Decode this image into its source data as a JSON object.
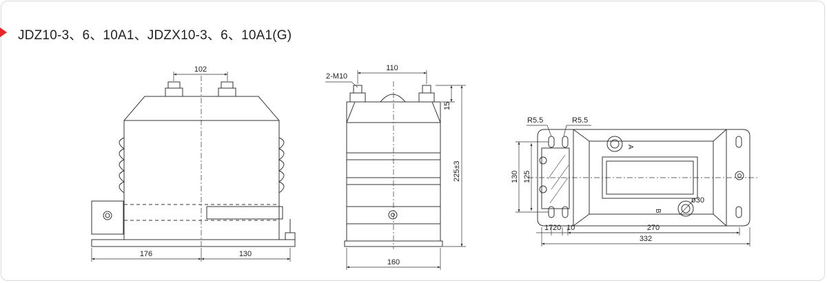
{
  "header": {
    "title": "JDZ10-3、6、10A1、JDZX10-3、6、10A1(G)",
    "accent_color": "#e3262a"
  },
  "front_view": {
    "dim_top": "102",
    "dim_bottom_left": "176",
    "dim_bottom_right": "130"
  },
  "side_view": {
    "bolt_label": "2-M10",
    "dim_top": "110",
    "dim_right_small": "15",
    "dim_height": "225±3",
    "dim_bottom": "160"
  },
  "top_view": {
    "radius_left": "R5.5",
    "radius_right": "R5.5",
    "dim_height_outer": "130",
    "dim_height_inner": "125",
    "terminal_a": "A",
    "terminal_b": "B",
    "hole_dia": "ø30",
    "dim_17": "17",
    "dim_20": "20",
    "dim_10": "10",
    "dim_270": "270",
    "dim_332": "332"
  }
}
